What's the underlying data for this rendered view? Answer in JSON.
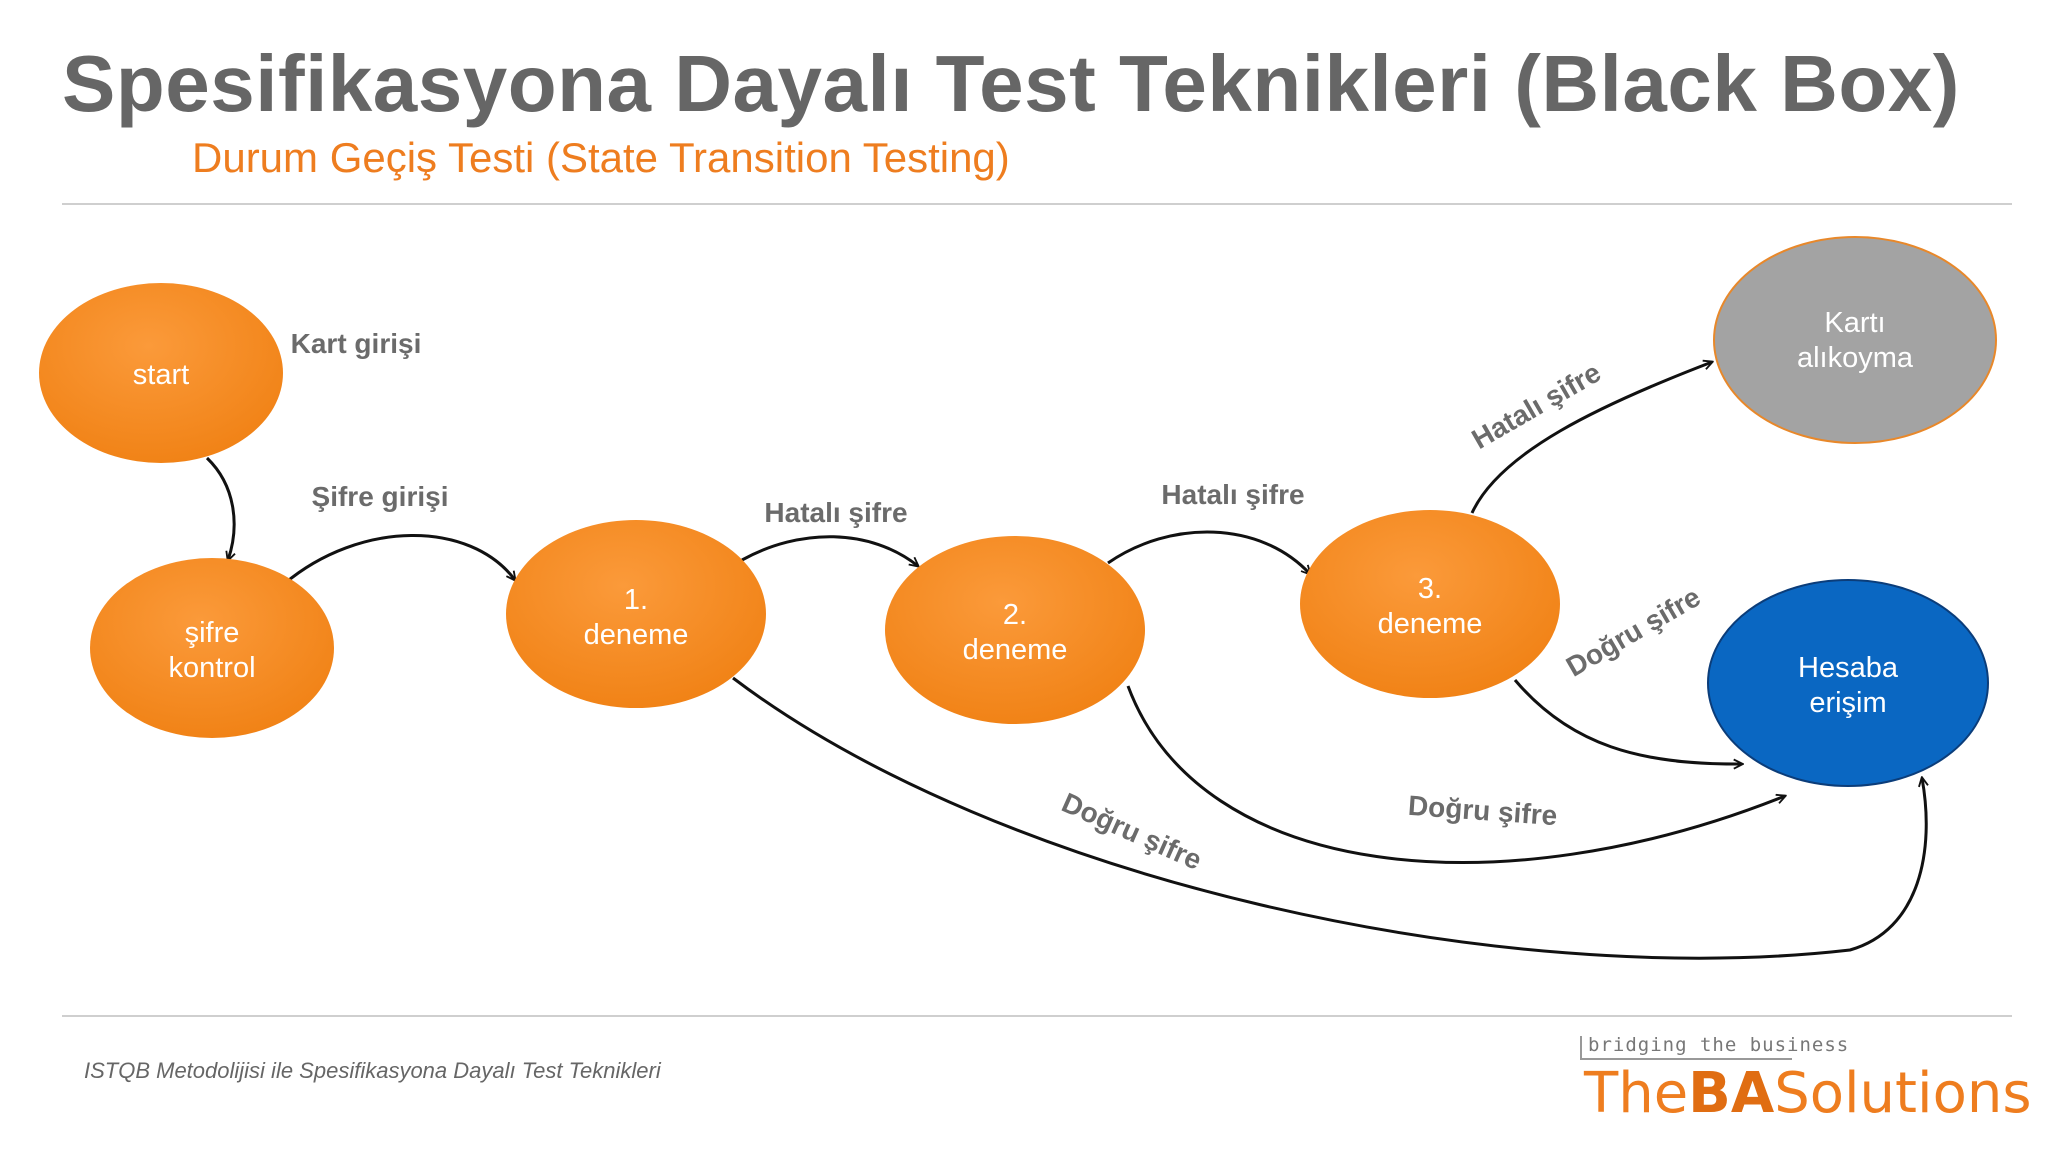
{
  "slide": {
    "title": "Spesifikasyona Dayalı Test Teknikleri (Black Box)",
    "subtitle": "Durum Geçiş Testi (State Transition Testing)",
    "footer": "ISTQB Metodolijisi ile Spesifikasyona Dayalı Test Teknikleri"
  },
  "logo": {
    "tagline": "bridging the business",
    "name_the": "The",
    "name_ba": "BA",
    "name_solutions": "Solutions"
  },
  "colors": {
    "orange": "#f7891f",
    "grey": "#a3a3a3",
    "blue": "#0a67c2",
    "title_grey": "#666666",
    "accent": "#ee7d1f"
  },
  "diagram": {
    "nodes": {
      "start": {
        "line1": "start"
      },
      "sifre_kontrol": {
        "line1": "şifre",
        "line2": "kontrol"
      },
      "deneme1": {
        "line1": "1.",
        "line2": "deneme"
      },
      "deneme2": {
        "line1": "2.",
        "line2": "deneme"
      },
      "deneme3": {
        "line1": "3.",
        "line2": "deneme"
      },
      "karti_alikoyma": {
        "line1": "Kartı",
        "line2": "alıkoyma"
      },
      "hesaba_erisim": {
        "line1": "Hesaba",
        "line2": "erişim"
      }
    },
    "edges": {
      "kart_girisi": "Kart girişi",
      "sifre_girisi": "Şifre girişi",
      "hatali_1_2": "Hatalı şifre",
      "hatali_2_3": "Hatalı şifre",
      "hatali_3_kart": "Hatalı şifre",
      "dogru_3": "Doğru şifre",
      "dogru_2": "Doğru şifre",
      "dogru_1": "Doğru şifre"
    }
  }
}
